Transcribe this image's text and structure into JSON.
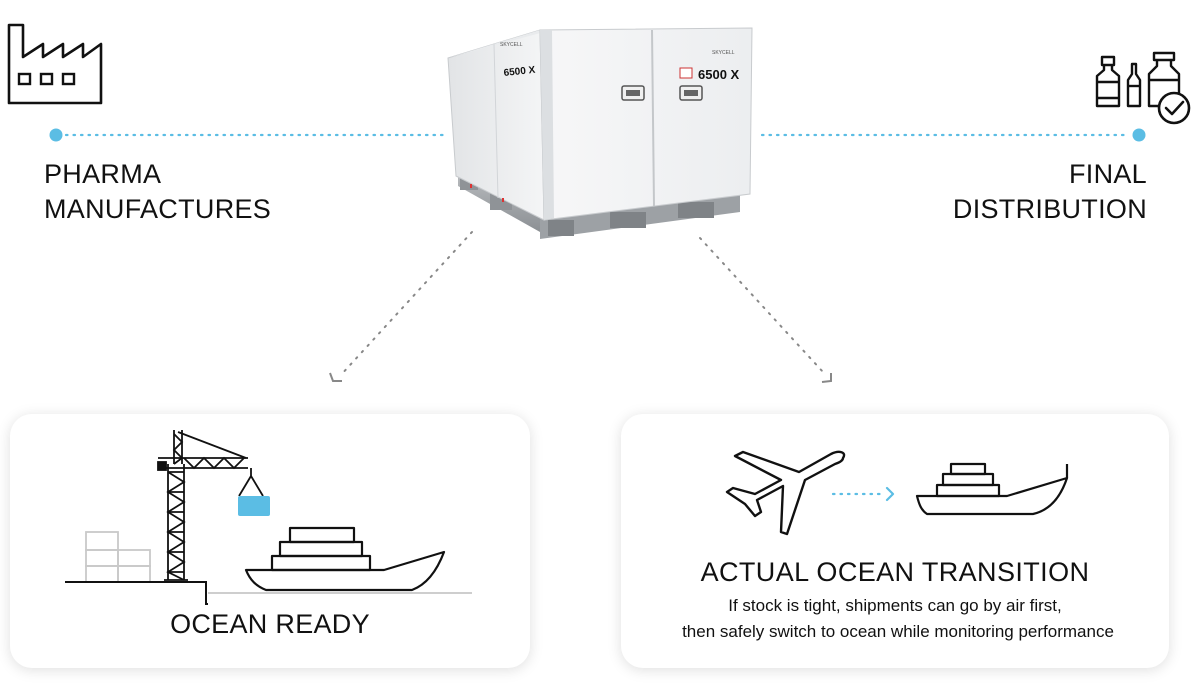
{
  "labels": {
    "start_line1": "PHARMA",
    "start_line2": "MANUFACTURES",
    "end_line1": "FINAL",
    "end_line2": "DISTRIBUTION"
  },
  "container": {
    "brand": "SKYCELL",
    "model": "6500 X"
  },
  "panels": {
    "ocean_ready": {
      "title": "OCEAN READY"
    },
    "transition": {
      "title": "ACTUAL OCEAN TRANSITION",
      "desc_line1": "If stock is tight, shipments can go by air first,",
      "desc_line2": "then safely switch to ocean while monitoring performance"
    }
  },
  "colors": {
    "accent": "#5bbde4",
    "line": "#111111",
    "dotted_gray": "#888888",
    "panel_shadow": "#dddddd"
  },
  "icons": [
    "factory-icon",
    "vials-check-icon",
    "crane-icon",
    "ship-icon",
    "airplane-icon",
    "dotted-arrow-icon"
  ]
}
